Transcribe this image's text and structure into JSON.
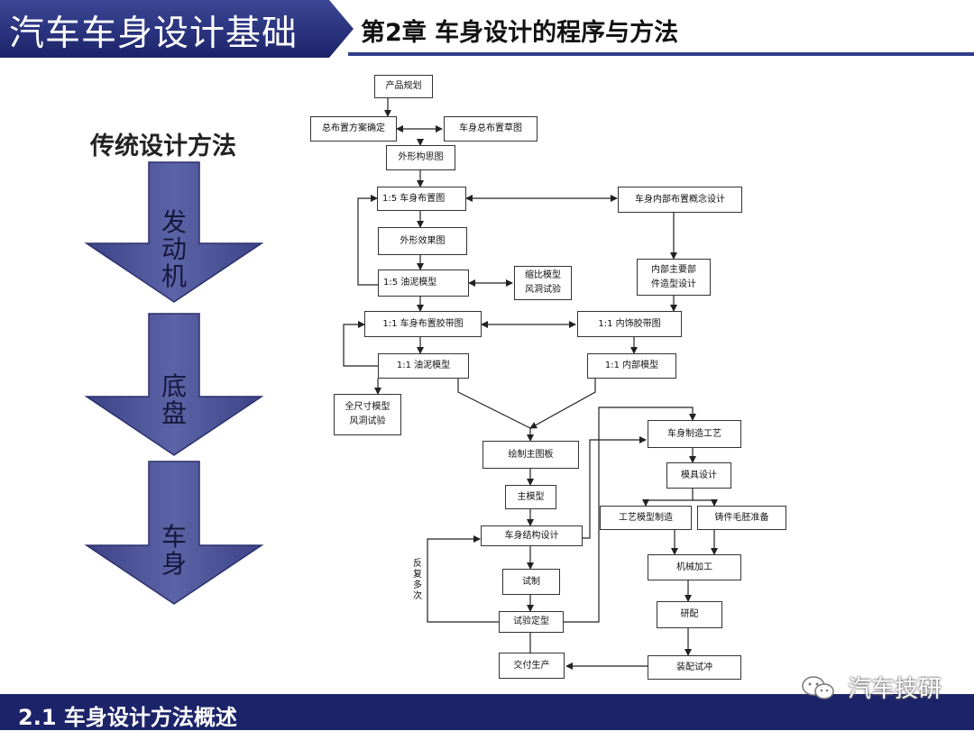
{
  "header": {
    "main_title": "汽车车身设计基础",
    "chapter_title": "第2章  车身设计的程序与方法"
  },
  "left_panel": {
    "heading": "传统设计方法",
    "arrows": [
      {
        "label": "发动机"
      },
      {
        "label": "底盘"
      },
      {
        "label": "车身"
      }
    ]
  },
  "flowchart": {
    "boxes": {
      "product_plan": "产品规划",
      "general_layout": "总布置方案确定",
      "body_layout_sketch": "车身总布置草图",
      "exterior_sketch": "外形构思图",
      "body_layout_15": "1:5 车身布置图",
      "interior_concept": "车身内部布置概念设计",
      "exterior_render": "外形效果图",
      "clay_model_15": "1:5 油泥模型",
      "scale_wind_test": "缩比模型\n风洞试验",
      "interior_parts": "内部主要部\n件造型设计",
      "tape_drawing_11": "1:1 车身布置胶带图",
      "interior_tape_11": "1:1 内饰胶带图",
      "clay_model_11": "1:1 油泥模型",
      "interior_model_11": "1:1 内部模型",
      "full_wind_test": "全尺寸模型\n风洞试验",
      "master_drawing": "绘制主图板",
      "master_model": "主模型",
      "structure_design": "车身结构设计",
      "trial_build": "试制",
      "test_finalize": "试验定型",
      "production": "交付生产",
      "manufacturing": "车身制造工艺",
      "die_design": "模具设计",
      "process_model": "工艺模型制造",
      "casting_blank": "铸件毛胚准备",
      "machining": "机械加工",
      "fitting": "研配",
      "assembly_test": "装配试冲"
    },
    "loop_label": "反复多次"
  },
  "footer": {
    "section": "2.1  车身设计方法概述",
    "watermark": "汽车技研"
  },
  "colors": {
    "banner": "#1c2369",
    "arrow": "#4d5499",
    "footer": "#1c2369"
  }
}
